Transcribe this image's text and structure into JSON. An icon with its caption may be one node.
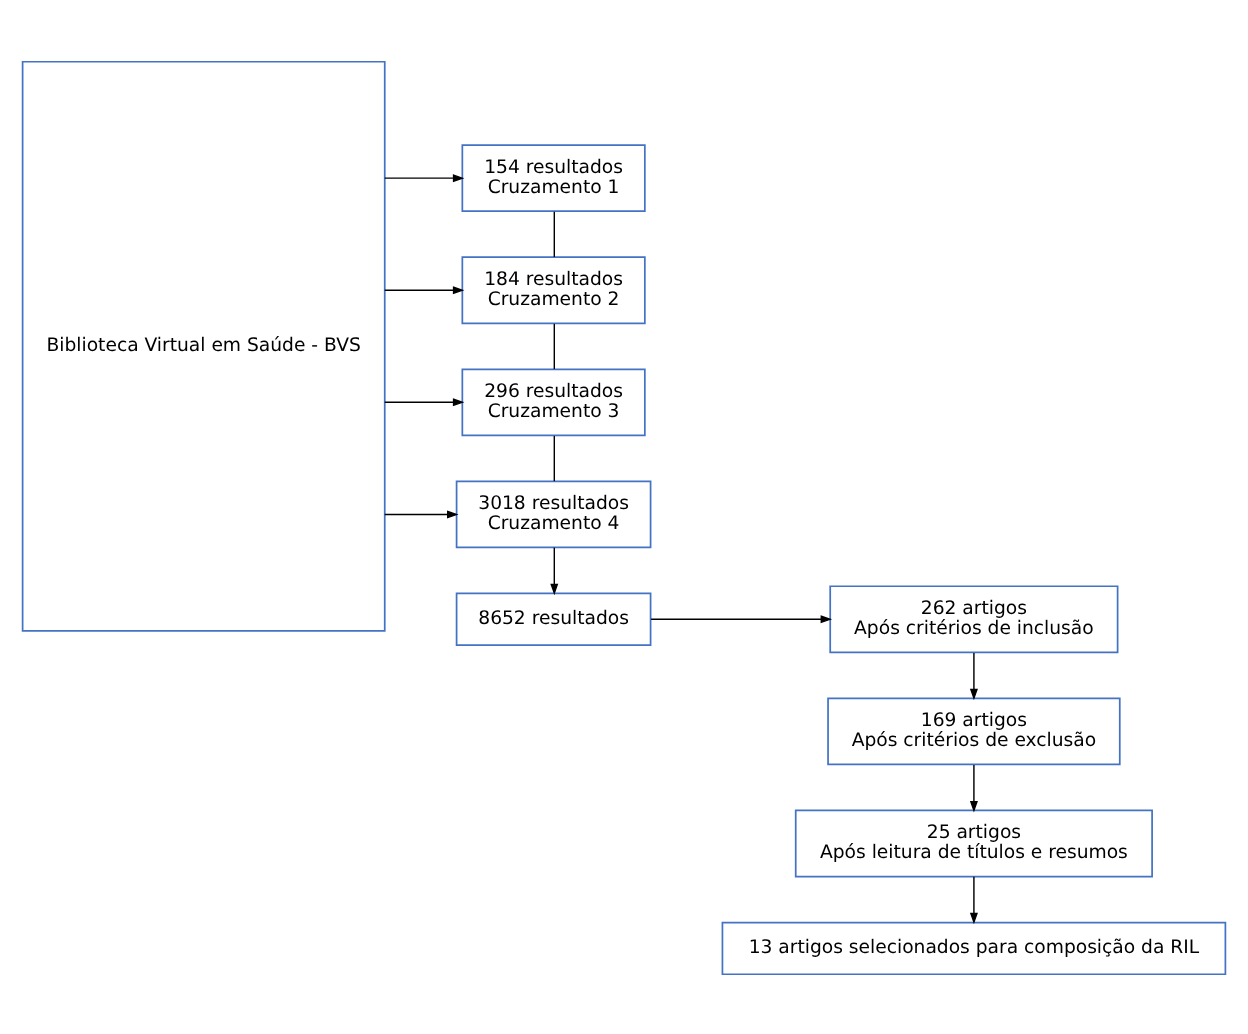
{
  "diagram": {
    "nodes": [
      {
        "text": [
          "Biblioteca Virtual em Saúde - BVS"
        ]
      },
      {
        "text": [
          "154 resultados",
          "Cruzamento 1"
        ]
      },
      {
        "text": [
          "184 resultados",
          "Cruzamento 2"
        ]
      },
      {
        "text": [
          "296 resultados",
          "Cruzamento 3"
        ]
      },
      {
        "text": [
          "3018 resultados",
          "Cruzamento 4"
        ]
      },
      {
        "text": [
          "8652 resultados"
        ]
      },
      {
        "text": [
          "262 artigos",
          "Após critérios de inclusão"
        ]
      },
      {
        "text": [
          "169 artigos",
          "Após critérios de exclusão"
        ]
      },
      {
        "text": [
          "25 artigos",
          "Após leitura de títulos e resumos"
        ]
      },
      {
        "text": [
          "13 artigos selecionados para composição da RIL"
        ]
      }
    ],
    "edges": [
      {
        "from": 0,
        "to": 1,
        "arrow": "to"
      },
      {
        "from": 0,
        "to": 2,
        "arrow": "to"
      },
      {
        "from": 0,
        "to": 3,
        "arrow": "to"
      },
      {
        "from": 0,
        "to": 4,
        "arrow": "to"
      },
      {
        "from": 1,
        "to": 2,
        "arrow": "none"
      },
      {
        "from": 2,
        "to": 3,
        "arrow": "none"
      },
      {
        "from": 3,
        "to": 4,
        "arrow": "none"
      },
      {
        "from": 4,
        "to": 5,
        "arrow": "to"
      },
      {
        "from": 5,
        "to": 6,
        "arrow": "to"
      },
      {
        "from": 6,
        "to": 7,
        "arrow": "to"
      },
      {
        "from": 7,
        "to": 8,
        "arrow": "to"
      },
      {
        "from": 8,
        "to": 9,
        "arrow": "to"
      }
    ]
  }
}
